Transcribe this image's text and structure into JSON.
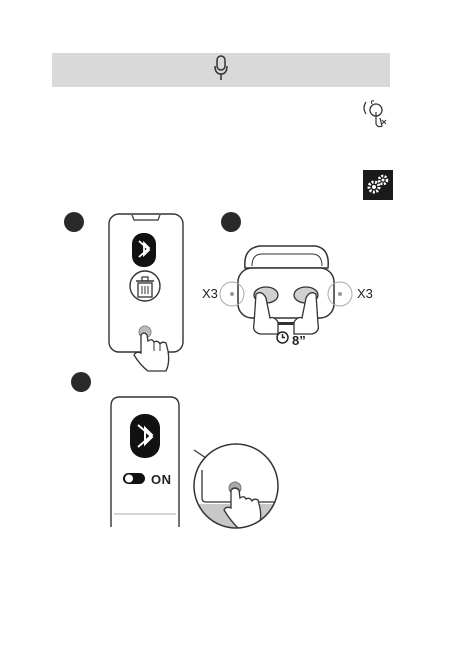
{
  "header": {
    "mic_icon": "microphone-icon"
  },
  "top_right": {
    "icon": "touch-ear-icon"
  },
  "settings": {
    "icon": "gears-icon"
  },
  "steps": [
    {
      "badge_icon": "step-badge-1-icon"
    },
    {
      "badge_icon": "step-badge-2-icon"
    },
    {
      "badge_icon": "step-badge-3-icon"
    }
  ],
  "step2": {
    "left_taps": "X3",
    "right_taps": "X3",
    "hold_time": "8”"
  },
  "step3": {
    "toggle_label": "ON"
  }
}
